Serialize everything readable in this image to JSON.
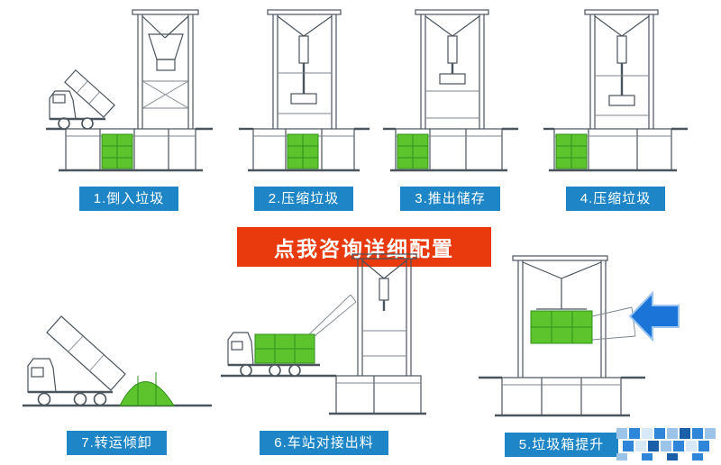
{
  "colors": {
    "label_bg": "#1e86c7",
    "banner_bg": "#e83a0c",
    "banner_text": "#ffffff",
    "green": "#5ec42e",
    "green_line": "#2f8f1a",
    "arrow": "#1b74d8",
    "line": "#4a545c"
  },
  "banner": {
    "label": "点我咨询详细配置"
  },
  "steps": [
    {
      "label": "1.倒入垃圾"
    },
    {
      "label": "2.压缩垃圾"
    },
    {
      "label": "3.推出储存"
    },
    {
      "label": "4.压缩垃圾"
    },
    {
      "label": "5.垃圾箱提升"
    },
    {
      "label": "6.车站对接出料"
    },
    {
      "label": "7.转运倾卸"
    }
  ]
}
